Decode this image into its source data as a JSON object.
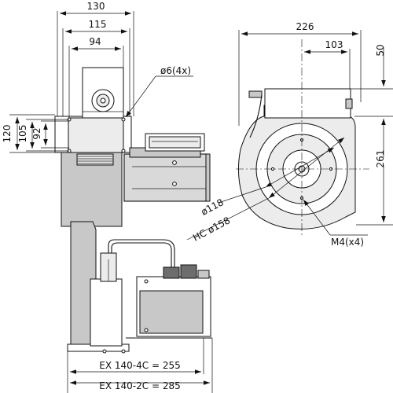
{
  "dimensions": {
    "width_130": "130",
    "width_115": "115",
    "width_94": "94",
    "hole": "ø6(4x)",
    "height_120": "120",
    "height_105": "105",
    "height_92": "92",
    "width_226": "226",
    "width_103": "103",
    "height_50": "50",
    "height_261": "261",
    "dia_118": "ø118",
    "hc_158": "HC ø158",
    "thread": "M4(x4)",
    "length_4c": "EX 140-4C = 255",
    "length_2c": "EX 140-2C = 285"
  }
}
